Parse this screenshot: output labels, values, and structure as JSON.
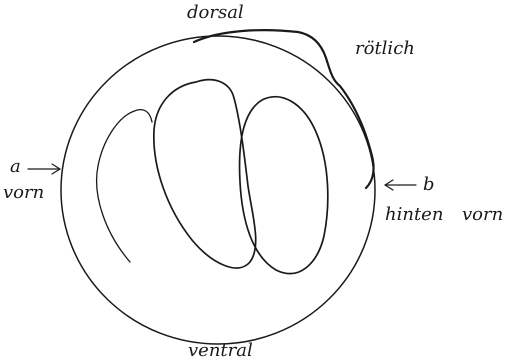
{
  "labels": {
    "dorsal": "dorsal",
    "roetlich": "rötlich",
    "a": "a",
    "vorn_left": "vorn",
    "b": "b",
    "hinten": "hinten",
    "vorn_right": "vorn",
    "ventral": "ventral"
  },
  "colors": {
    "ink": "#1a1a1a",
    "background": "#ffffff"
  }
}
